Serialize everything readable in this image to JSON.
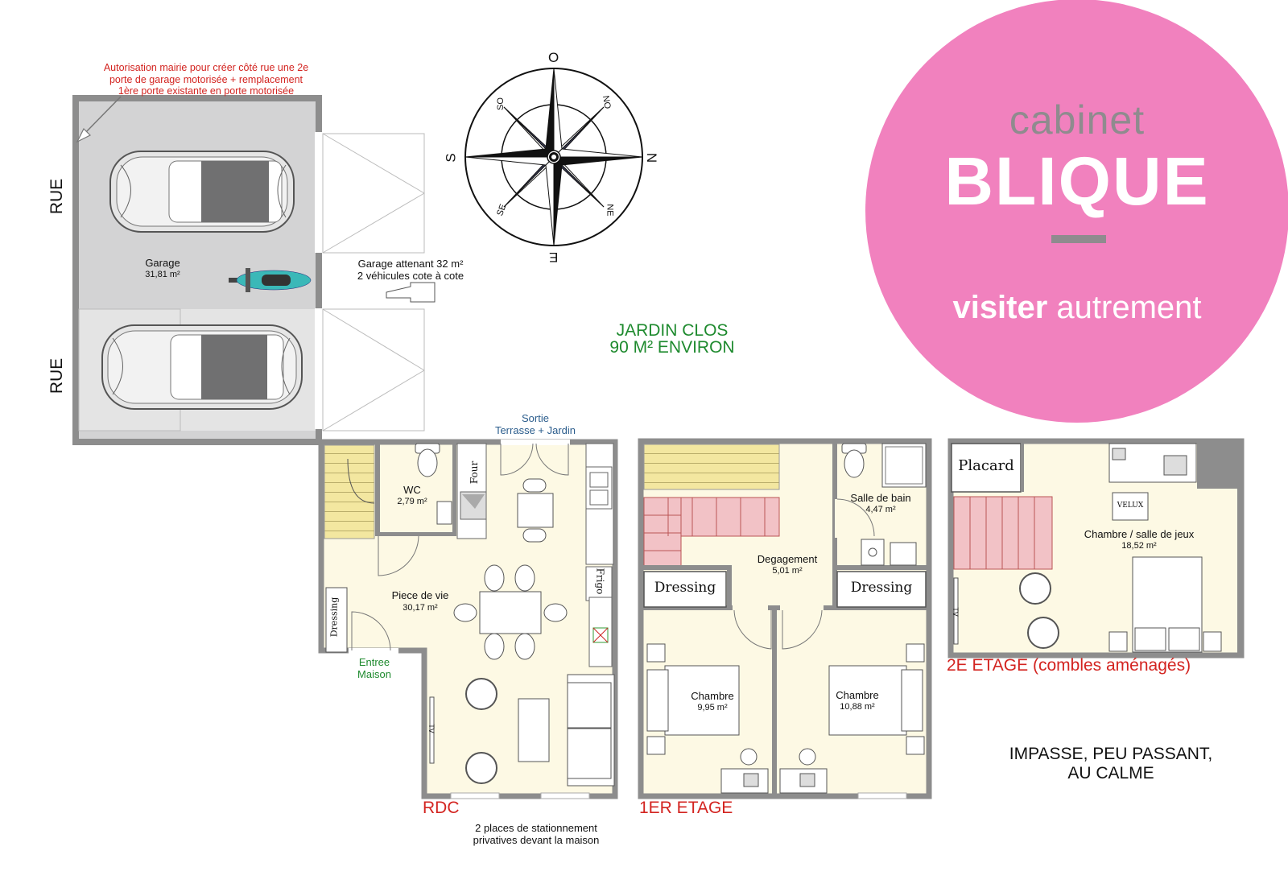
{
  "garage": {
    "note_line1": "Autorisation mairie pour créer côté rue une 2e",
    "note_line2": "porte de garage motorisée + remplacement",
    "note_line3": "1ère porte existante en porte motorisée",
    "street1": "RUE",
    "street2": "RUE",
    "name": "Garage",
    "area": "31,81 m²",
    "info_line1": "Garage attenant 32 m²",
    "info_line2": "2 véhicules cote à cote"
  },
  "compass": {
    "north": "N",
    "south": "S",
    "east": "E",
    "west": "O",
    "northeast": "NE",
    "northwest": "NO",
    "southeast": "SE",
    "southwest": "SO"
  },
  "garden": {
    "line1": "JARDIN CLOS",
    "line2": "90 M² ENVIRON"
  },
  "brand": {
    "top": "cabinet",
    "name": "BLIQUE",
    "tagline_bold": "visiter",
    "tagline_light": " autrement",
    "color": "#f181be"
  },
  "rdc": {
    "title": "RDC",
    "exit_line1": "Sortie",
    "exit_line2": "Terrasse + Jardin",
    "wc_name": "WC",
    "wc_area": "2,79 m²",
    "oven": "Four",
    "fridge": "Frigo",
    "living_name": "Piece de vie",
    "living_area": "30,17 m²",
    "dressing": "Dressing",
    "entrance_line1": "Entree",
    "entrance_line2": "Maison",
    "tv": "TV",
    "parking_line1": "2 places de stationnement",
    "parking_line2": "privatives devant la maison"
  },
  "floor1": {
    "title": "1ER ETAGE",
    "hall_name": "Degagement",
    "hall_area": "5,01 m²",
    "bath_name": "Salle de bain",
    "bath_area": "4,47 m²",
    "dressing_left": "Dressing",
    "dressing_right": "Dressing",
    "bed1_name": "Chambre",
    "bed1_area": "9,95 m²",
    "bed2_name": "Chambre",
    "bed2_area": "10,88 m²"
  },
  "floor2": {
    "title": "2E ETAGE (combles aménagés)",
    "closet": "Placard",
    "velux": "VELUX",
    "room_name": "Chambre / salle de jeux",
    "room_area": "18,52 m²",
    "tv": "TV"
  },
  "neighborhood": {
    "line1": "IMPASSE, PEU PASSANT,",
    "line2": "AU CALME"
  }
}
